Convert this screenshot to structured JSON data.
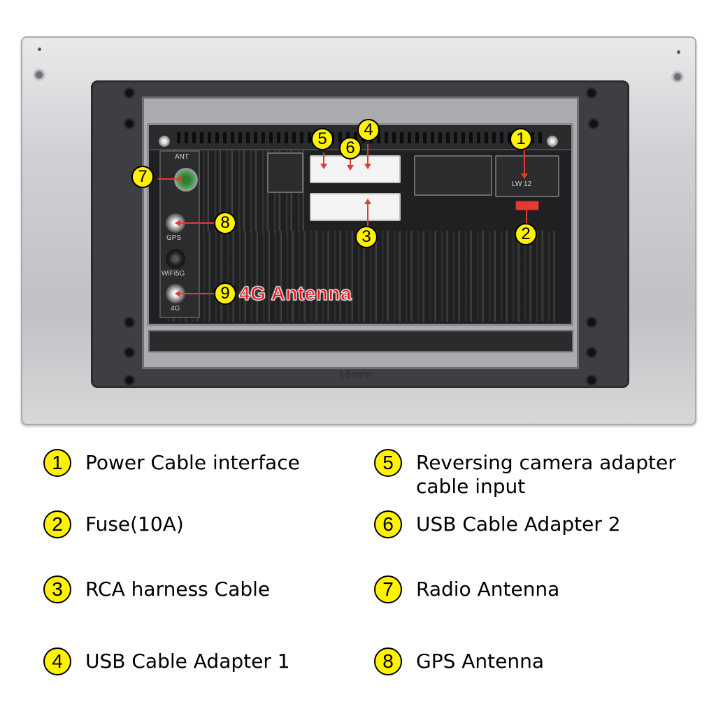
{
  "photo": {
    "port_labels": {
      "ant": "ANT",
      "gps": "GPS",
      "wifi5g": "WiFi5G",
      "fourg": "4G",
      "power_connector": "LW 12"
    },
    "dimension_text": "16mm",
    "callout_text": "4G Antenna",
    "markers": [
      "1",
      "2",
      "3",
      "4",
      "5",
      "6",
      "7",
      "8",
      "9"
    ]
  },
  "legend": {
    "items": [
      {
        "num": "1",
        "label": "Power Cable interface"
      },
      {
        "num": "2",
        "label": "Fuse(10A)"
      },
      {
        "num": "3",
        "label": "RCA harness Cable"
      },
      {
        "num": "4",
        "label": "USB Cable Adapter 1"
      },
      {
        "num": "5",
        "label": "Reversing camera adapter cable input"
      },
      {
        "num": "6",
        "label": "USB Cable Adapter 2"
      },
      {
        "num": "7",
        "label": "Radio Antenna"
      },
      {
        "num": "8",
        "label": "GPS Antenna"
      }
    ]
  },
  "colors": {
    "marker_fill": "#fff200",
    "accent_red": "#e8141b",
    "frame_silver": "#cfd1d4",
    "bracket_dark": "#3d3f42"
  }
}
